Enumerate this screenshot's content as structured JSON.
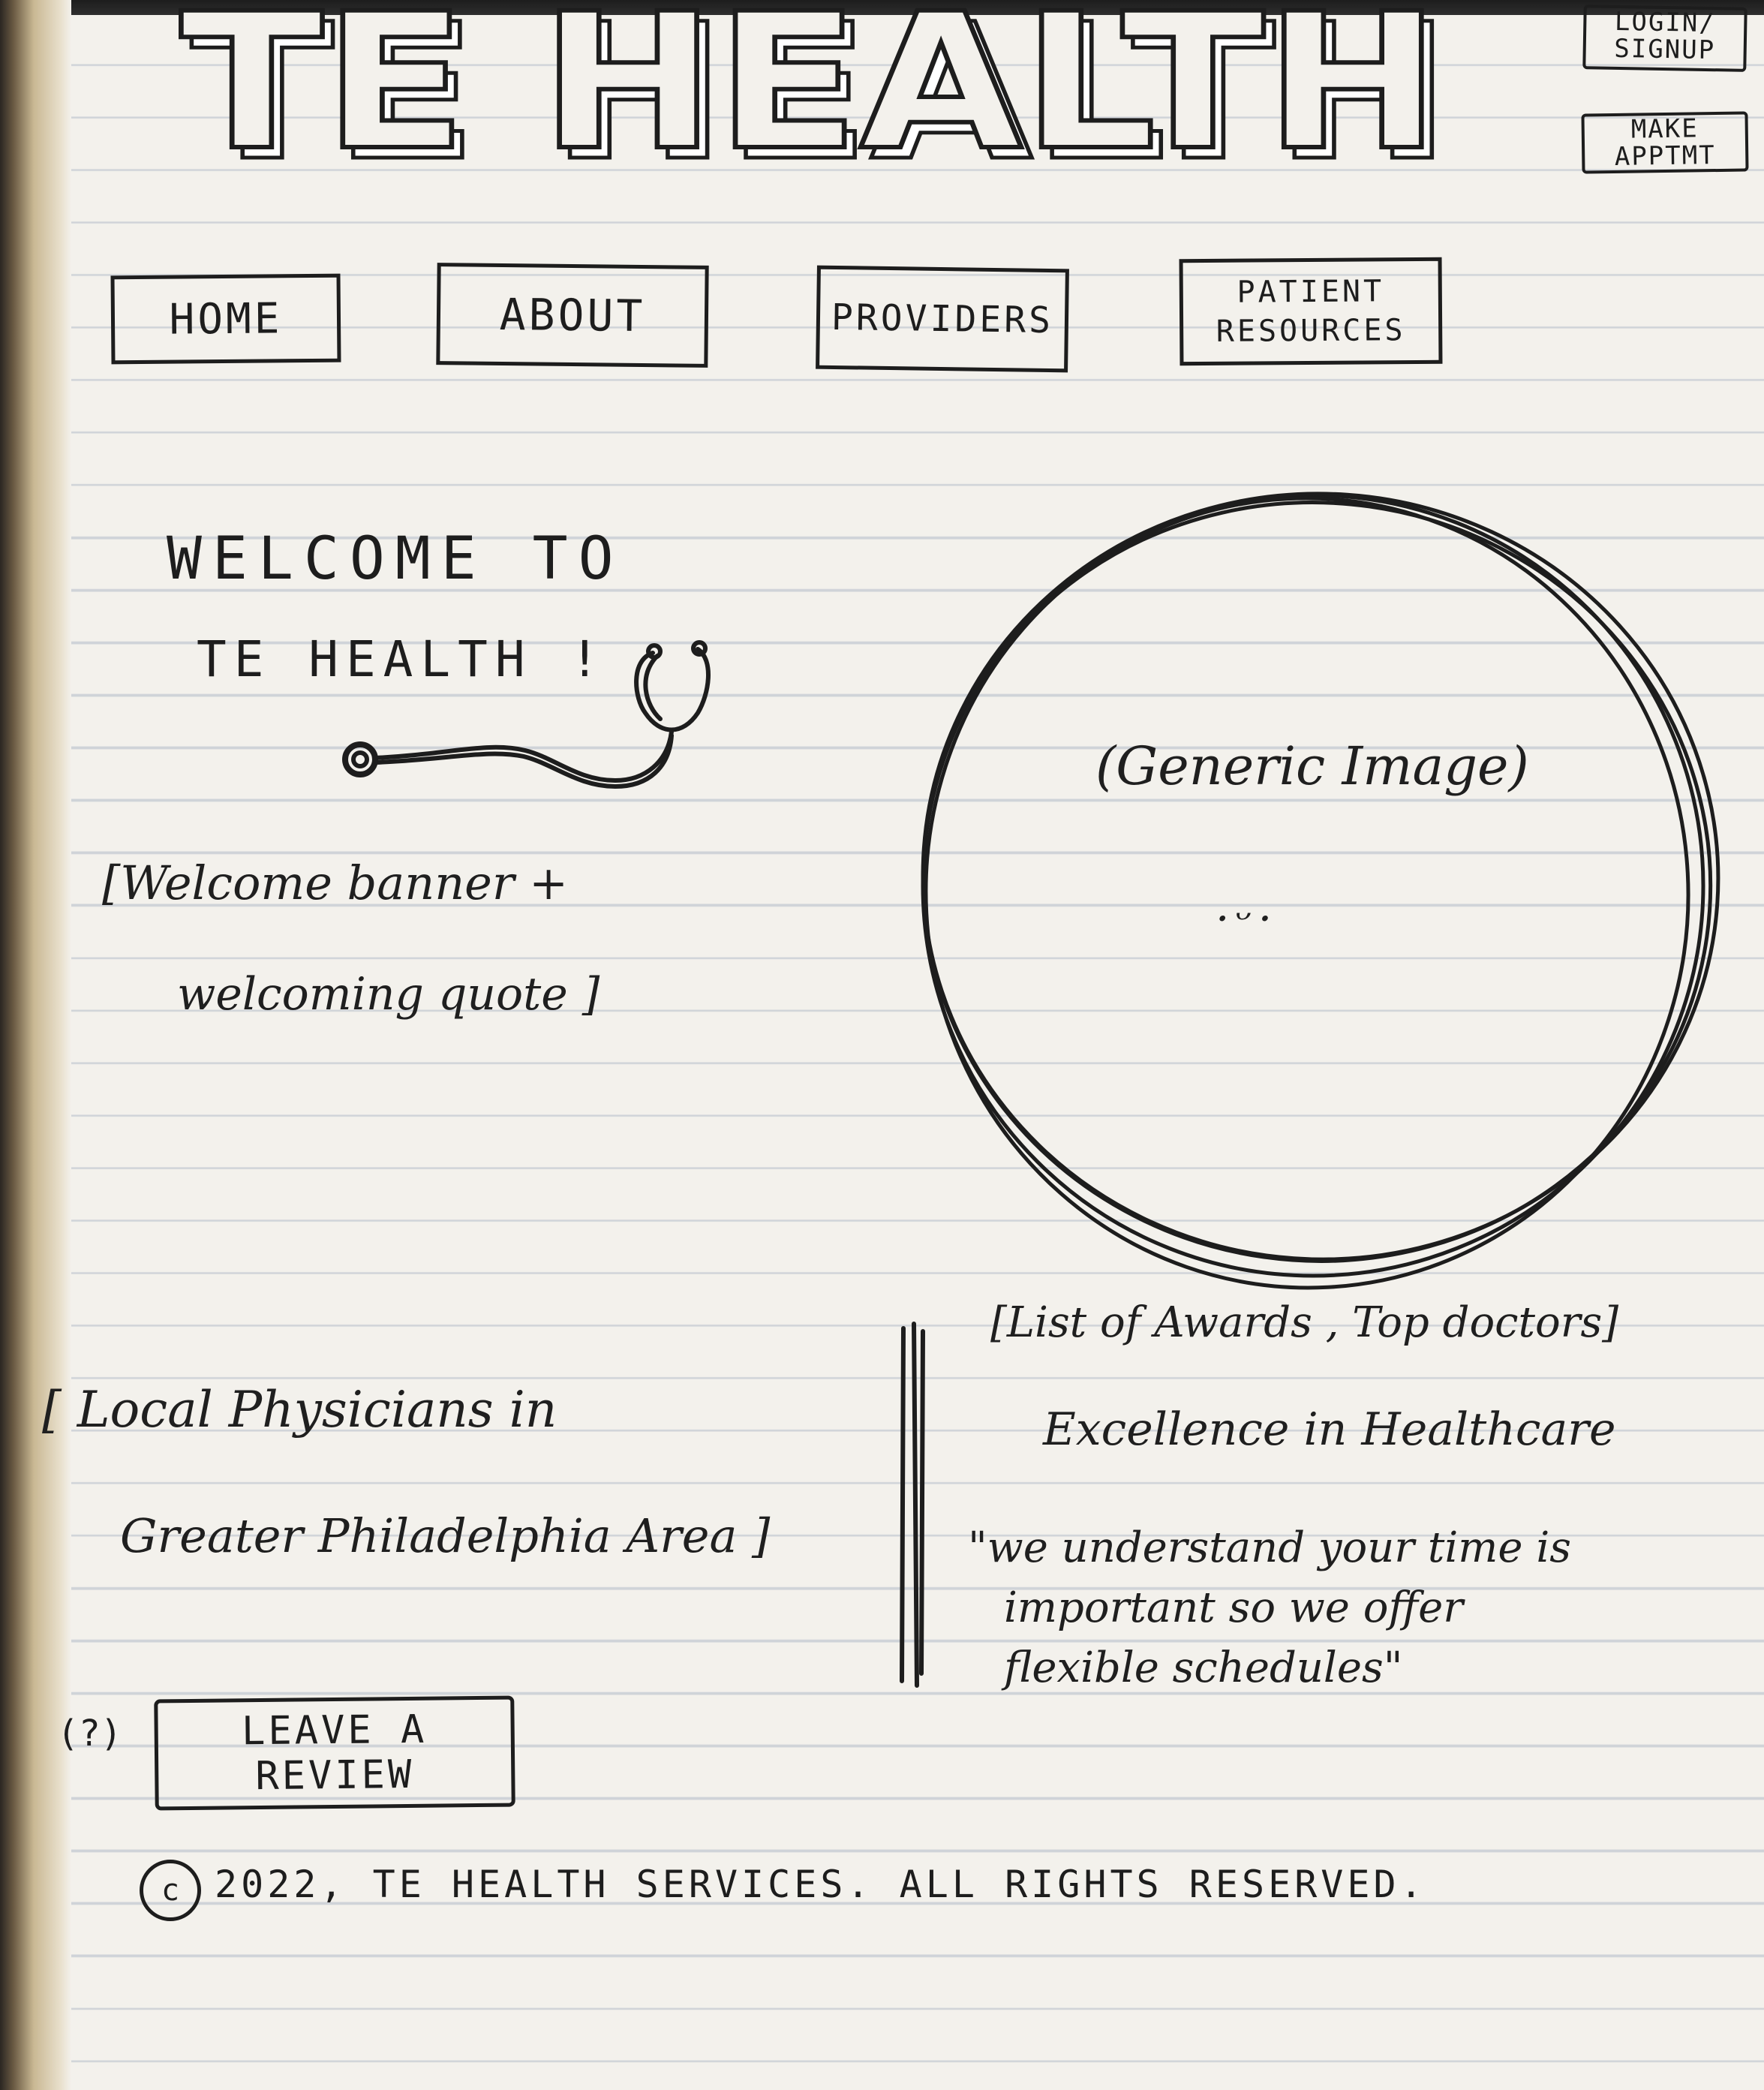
{
  "header": {
    "logo_text": "TE HEALTH",
    "login_label": "LOGIN/ SIGNUP",
    "appointment_label": "MAKE APPTMT"
  },
  "nav": {
    "items": [
      {
        "label": "HOME"
      },
      {
        "label": "ABOUT"
      },
      {
        "label": "PROVIDERS"
      },
      {
        "label": "PATIENT RESOURCES"
      }
    ]
  },
  "welcome": {
    "line1": "WELCOME TO",
    "line2": "TE HEALTH !",
    "note_line1": "[Welcome banner +",
    "note_line2": "welcoming quote ]"
  },
  "hero_image": {
    "label": "(Generic Image)",
    "face": "·ᵕ·"
  },
  "physicians": {
    "line1": "[ Local Physicians in",
    "line2": "Greater Philadelphia Area ]"
  },
  "awards": {
    "line1": "[List of Awards , Top doctors]",
    "line2": "Excellence in Healthcare",
    "quote_line1": "\"we understand your time is",
    "quote_line2": "important so we offer",
    "quote_line3": "flexible schedules\""
  },
  "review": {
    "prefix": "(?)",
    "button_label": "LEAVE A REVIEW"
  },
  "footer": {
    "copyright_symbol": "c",
    "text": "2022, TE HEALTH SERVICES. ALL RIGHTS RESERVED."
  },
  "icons": {
    "stethoscope": "stethoscope-icon",
    "copyright": "copyright-icon"
  }
}
